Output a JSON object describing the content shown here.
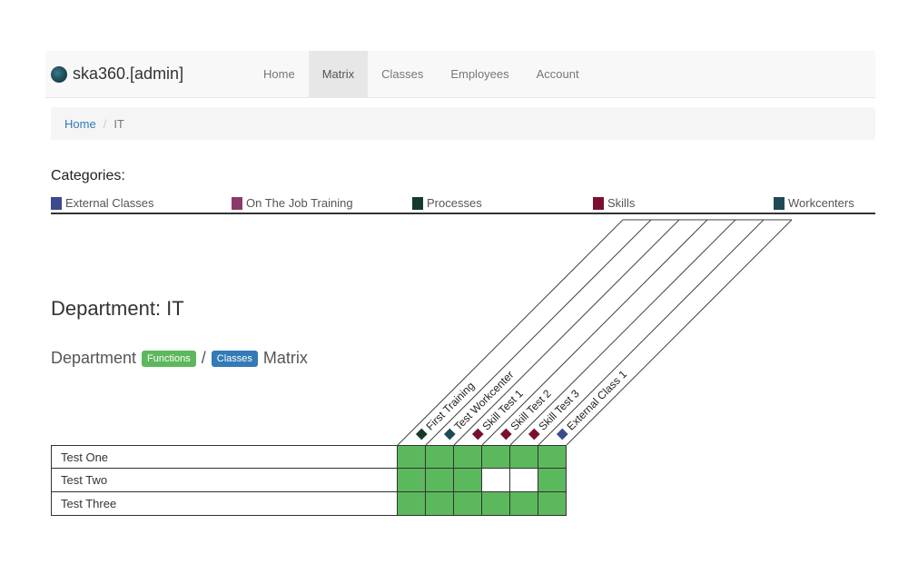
{
  "navbar": {
    "brand": "ska360.[admin]",
    "items": [
      {
        "label": "Home",
        "active": false
      },
      {
        "label": "Matrix",
        "active": true
      },
      {
        "label": "Classes",
        "active": false
      },
      {
        "label": "Employees",
        "active": false
      },
      {
        "label": "Account",
        "active": false
      }
    ]
  },
  "breadcrumb": {
    "home": "Home",
    "separator": "/",
    "current": "IT"
  },
  "categories": {
    "title": "Categories:",
    "items": [
      {
        "label": "External Classes",
        "color": "#3b4a8c"
      },
      {
        "label": "On The Job Training",
        "color": "#8a3a6a"
      },
      {
        "label": "Processes",
        "color": "#163a2a"
      },
      {
        "label": "Skills",
        "color": "#7a1030"
      },
      {
        "label": "Workcenters",
        "color": "#1f4a55"
      }
    ]
  },
  "department": {
    "title": "Department: IT"
  },
  "matrix_title": {
    "prefix": "Department",
    "functions": "Functions",
    "slash": "/",
    "classes": "Classes",
    "suffix": "Matrix"
  },
  "matrix": {
    "columns": [
      {
        "label": "First Training",
        "color": "#163a2a"
      },
      {
        "label": "Test Workcenter",
        "color": "#1f4a55"
      },
      {
        "label": "Skill Test 1",
        "color": "#7a1030"
      },
      {
        "label": "Skill Test 2",
        "color": "#7a1030"
      },
      {
        "label": "Skill Test 3",
        "color": "#7a1030"
      },
      {
        "label": "External Class 1",
        "color": "#3b4a8c"
      }
    ],
    "rows": [
      {
        "name": "Test One",
        "cells": [
          true,
          true,
          true,
          true,
          true,
          true
        ]
      },
      {
        "name": "Test Two",
        "cells": [
          true,
          true,
          true,
          false,
          false,
          true
        ]
      },
      {
        "name": "Test Three",
        "cells": [
          true,
          true,
          true,
          true,
          true,
          true
        ]
      }
    ]
  },
  "colors": {
    "complete": "#5cb85c",
    "incomplete": "#ffffff"
  }
}
